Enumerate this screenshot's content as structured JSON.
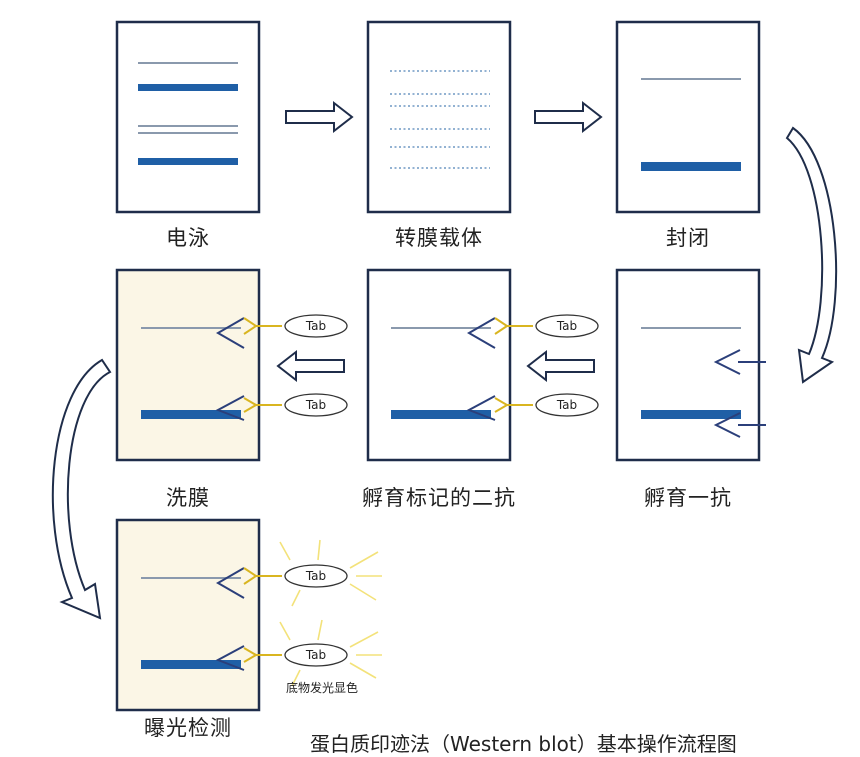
{
  "colors": {
    "panel_border": "#1f2d4a",
    "band": "#1f5fa6",
    "thin_line": "#8a99ad",
    "dotted_line": "#6f98c4",
    "antibody_primary": "#2b3f7a",
    "antibody_secondary": "#d9b520",
    "panel_tint": "#fbf6e6",
    "glow": "#f3e27a"
  },
  "steps": [
    {
      "id": "electrophoresis",
      "label": "电泳"
    },
    {
      "id": "transfer",
      "label": "转膜载体"
    },
    {
      "id": "blocking",
      "label": "封闭"
    },
    {
      "id": "primary",
      "label": "孵育一抗"
    },
    {
      "id": "secondary",
      "label": "孵育标记的二抗"
    },
    {
      "id": "wash",
      "label": "洗膜"
    },
    {
      "id": "exposure",
      "label": "曝光检测"
    }
  ],
  "tag_label": "Tab",
  "substrate_label": "底物发光显色",
  "caption": "蛋白质印迹法（Western blot）基本操作流程图"
}
